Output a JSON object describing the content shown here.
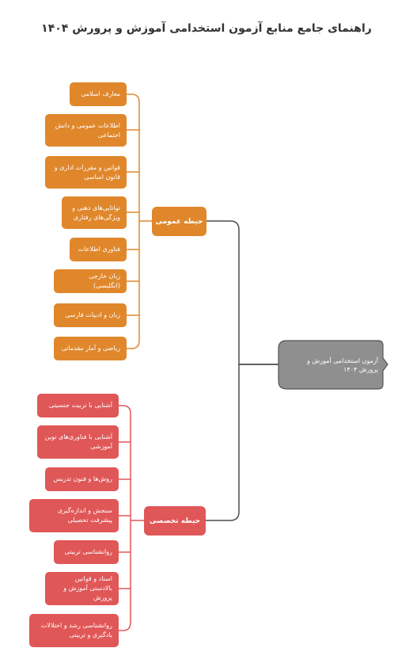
{
  "title": "راهنمای جامع منابع آزمون استخدامی آموزش و پرورش ۱۴۰۴",
  "root": {
    "label": "آزمون استخدامی آموزش و پرورش ۱۴۰۴"
  },
  "branches": [
    {
      "label": "حیطه عمومی",
      "items": [
        "معارف اسلامی",
        "اطلاعات عمومی و دانش اجتماعی",
        "قوانین و مقررات اداری و قانون اساسی",
        "توانایی‌های ذهنی و ویژگی‌های رفتاری",
        "فناوری اطلاعات",
        "زبان خارجی (انگلیسی)",
        "زبان و ادبیات فارسی",
        "ریاضی و آمار مقدماتی"
      ]
    },
    {
      "label": "حیطه تخصصی",
      "items": [
        "آشنایی با تربیت جنسیتی",
        "آشنایی با فناوری‌های نوین آموزشی",
        "روش‌ها و فنون تدریس",
        "سنجش و اندازه‌گیری پیشرفت تحصیلی",
        "روانشناسی تربیتی",
        "اسناد و قوانین بالادستی آموزش و پرورش",
        "روانشناسی رشد و اختلالات یادگیری و تربیتی"
      ]
    }
  ],
  "colors": {
    "general": "#e0872c",
    "specialized": "#e05757",
    "root": "#8f8f8f",
    "connector_root": "#4d4d4d"
  }
}
